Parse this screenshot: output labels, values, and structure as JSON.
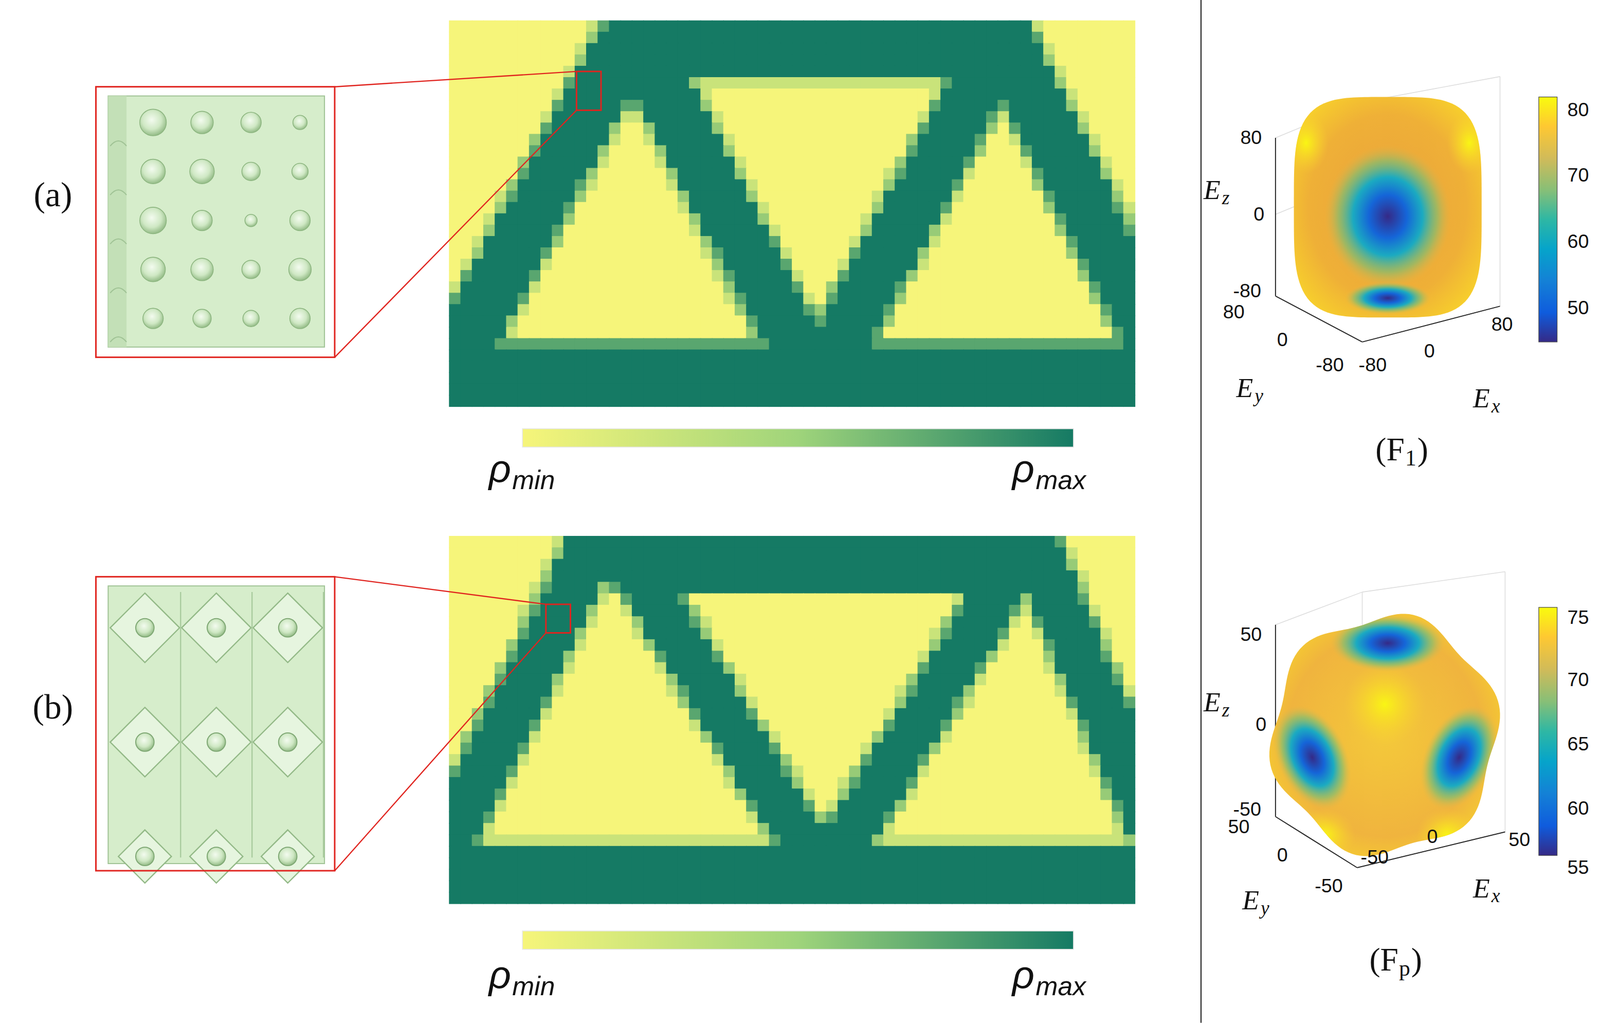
{
  "diagram": {
    "labels": [
      "(a)",
      "ρ",
      "min",
      "ρ",
      "max",
      "(b)",
      "ρ",
      "min",
      "ρ",
      "max",
      "80",
      "0",
      "-80",
      "E",
      "z",
      "80",
      "0",
      "-80",
      "E",
      "y",
      "-80",
      "0",
      "80",
      "E",
      "x",
      "80",
      "70",
      "60",
      "50",
      "(F",
      "1",
      ")",
      "50",
      "0",
      "-50",
      "E",
      "z",
      "50",
      "0",
      "-50",
      "E",
      "y",
      "-50",
      "0",
      "50",
      "E",
      "x",
      "75",
      "70",
      "65",
      "60",
      "55",
      "(F",
      "p",
      ")"
    ]
  }
}
